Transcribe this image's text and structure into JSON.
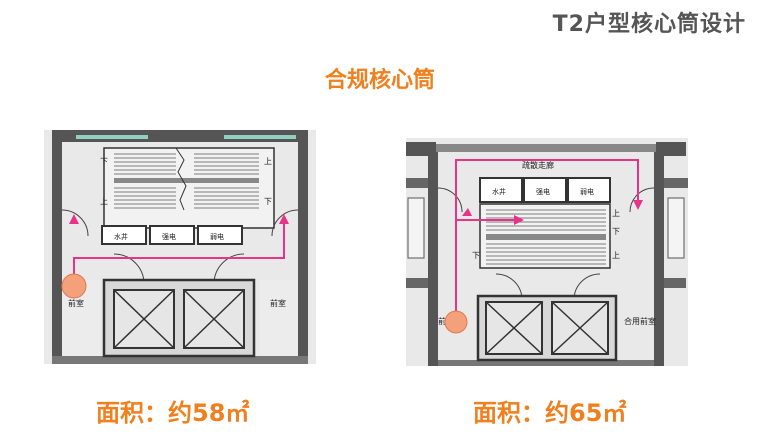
{
  "header": {
    "title": "T2户型核心筒设计"
  },
  "section": {
    "title": "合规核心筒"
  },
  "colors": {
    "accent": "#f07f1e",
    "path": "#e8338a",
    "marker": "#f4a07a"
  },
  "left_plan": {
    "area_label": "面积：约58㎡",
    "stair_down_top": "下",
    "stair_up_top": "上",
    "stair_up_mid": "上",
    "stair_down_mid": "下",
    "shaft_water": "水井",
    "shaft_strong": "强电",
    "shaft_weak": "弱电",
    "lobby_left": "前室",
    "lobby_right": "前室"
  },
  "right_plan": {
    "area_label": "面积：约65㎡",
    "corridor": "疏散走廊",
    "shaft_water": "水井",
    "shaft_strong": "强电",
    "shaft_weak": "弱电",
    "stair_up_top": "上",
    "stair_down_mid": "下",
    "stair_down_low": "下",
    "stair_up_low": "上",
    "lobby_left": "前室",
    "lobby_right": "合用前室"
  }
}
